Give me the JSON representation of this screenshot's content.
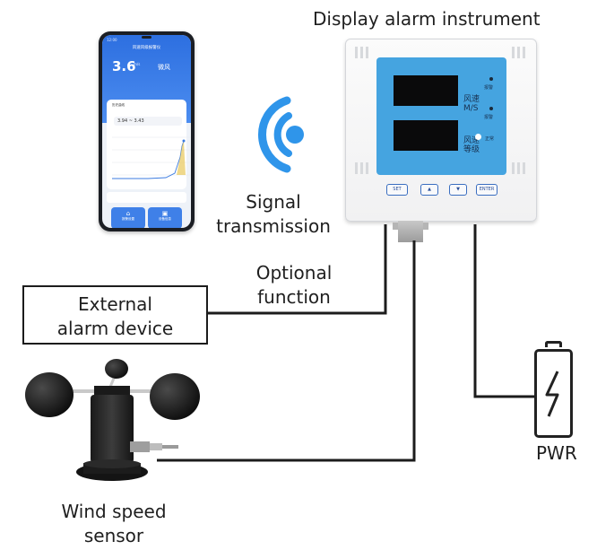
{
  "labels": {
    "instrument_title": "Display alarm instrument",
    "signal_line1": "Signal",
    "signal_line2": "transmission",
    "optional_line1": "Optional",
    "optional_line2": "function",
    "external_line1": "External",
    "external_line2": "alarm device",
    "power": "PWR",
    "sensor_line1": "Wind speed",
    "sensor_line2": "sensor"
  },
  "instrument": {
    "display1_label_line1": "风速",
    "display1_label_line2": "M/S",
    "display2_label_line1": "风速",
    "display2_label_line2": "等级",
    "indicator1": "报警",
    "indicator2": "报警",
    "indicator3": "正常",
    "keys": [
      "SET",
      "▲",
      "▼",
      "ENTER"
    ]
  },
  "phone": {
    "status_bar": "12:00",
    "app_title": "风速风级报警仪",
    "value": "3.6",
    "unit": "m/s",
    "level": "微风",
    "card_title": "历史曲线",
    "range_text": "3.94 ~ 3.43",
    "buttons": [
      "报警设置",
      "设备信息"
    ]
  },
  "colors": {
    "instrument_panel": "#45a4e0",
    "signal_waves": "#2f95ea",
    "lines": "#1c1c1c"
  },
  "icons": [
    "wifi-signal-icon",
    "battery-icon",
    "lightning-icon",
    "anemometer-icon"
  ]
}
